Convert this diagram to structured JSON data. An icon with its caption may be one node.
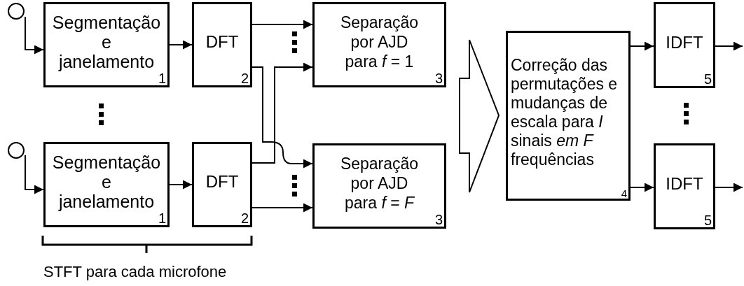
{
  "diagram": {
    "nodes": [
      {
        "text": [],
        "shape": "circle"
      },
      {
        "text": [
          "Segmentação e janelamento",
          "1"
        ]
      },
      {
        "text": [
          "DFT",
          "2"
        ]
      },
      {
        "text": [
          "Separação por AJD para *f* = 1",
          "3"
        ]
      },
      {
        "text": [],
        "shape": "circle"
      },
      {
        "text": [
          "Segmentação e janelamento",
          "1"
        ]
      },
      {
        "text": [
          "DFT",
          "2"
        ]
      },
      {
        "text": [
          "Separação por AJD para *f* = *F*",
          "3"
        ]
      },
      {
        "text": [
          "Correção das permutações e mudanças de escala para *I* sinais *em F* frequências",
          "4"
        ]
      },
      {
        "text": [
          "IDFT",
          "5"
        ]
      },
      {
        "text": [
          "IDFT",
          "5"
        ]
      }
    ],
    "edges": [
      {
        "from": 0,
        "to": 1,
        "arrow": "to"
      },
      {
        "from": 1,
        "to": 2,
        "arrow": "to"
      },
      {
        "from": 2,
        "to": 3,
        "arrow": "to"
      },
      {
        "from": 2,
        "to": 7,
        "arrow": "to"
      },
      {
        "from": 6,
        "to": 3,
        "arrow": "to"
      },
      {
        "from": 6,
        "to": 7,
        "arrow": "to"
      },
      {
        "from": 4,
        "to": 5,
        "arrow": "to"
      },
      {
        "from": 5,
        "to": 6,
        "arrow": "to"
      },
      {
        "from": 3,
        "to": 8,
        "arrow": "to"
      },
      {
        "from": 7,
        "to": 8,
        "arrow": "to"
      },
      {
        "from": 8,
        "to": 9,
        "arrow": "to"
      },
      {
        "from": 8,
        "to": 10,
        "arrow": "to"
      },
      {
        "from": 9,
        "to": null,
        "arrow": "to"
      },
      {
        "from": 10,
        "to": null,
        "arrow": "to"
      }
    ],
    "labels": [
      "STFT para cada microfone"
    ]
  }
}
